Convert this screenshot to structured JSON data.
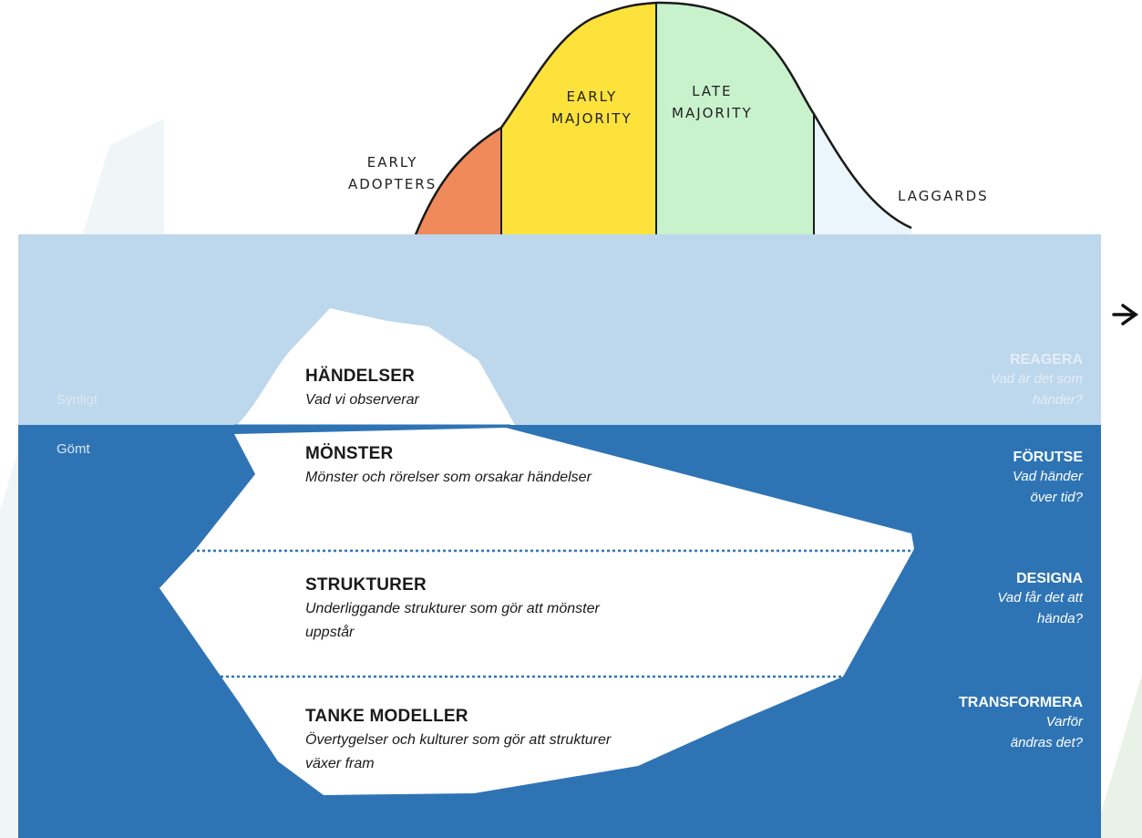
{
  "adoption_curve": {
    "segments": [
      {
        "label": "EARLY\nADOPTERS",
        "color": "#f08a5a"
      },
      {
        "label": "EARLY\nMAJORITY",
        "color": "#fde23b"
      },
      {
        "label": "LATE\nMAJORITY",
        "color": "#c8f2cc"
      },
      {
        "label": "LAGGARDS",
        "color": "#eaf6fb"
      }
    ]
  },
  "iceberg": {
    "colors": {
      "sky": "#bdd7ec",
      "sea": "#2e74b5",
      "ice": "#ffffff"
    },
    "left_labels": {
      "visible": "Synligt",
      "hidden": "Gömt"
    },
    "layers": [
      {
        "title": "HÄNDELSER",
        "desc": "Vad vi observerar",
        "action": "REAGERA",
        "question": "Vad är det som händer?"
      },
      {
        "title": "MÖNSTER",
        "desc": "Mönster och rörelser som orsakar händelser",
        "action": "FÖRUTSE",
        "question": "Vad händer över tid?"
      },
      {
        "title": "STRUKTURER",
        "desc": "Underliggande strukturer som gör att mönster uppstår",
        "action": "DESIGNA",
        "question": "Vad får det att hända?"
      },
      {
        "title": "TANKE MODELLER",
        "desc": "Övertygelser och kulturer som gör att strukturer växer fram",
        "action": "TRANSFORMERA",
        "question": "Varför ändras det?"
      }
    ]
  }
}
